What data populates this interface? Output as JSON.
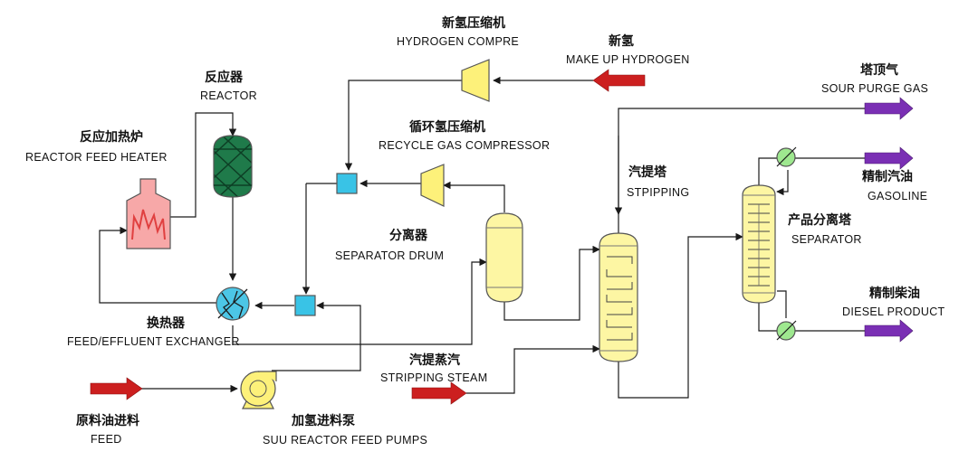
{
  "labels": {
    "reactor_zh": "反应器",
    "reactor_en": "REACTOR",
    "heater_zh": "反应加热炉",
    "heater_en": "REACTOR FEED HEATER",
    "h2comp_zh": "新氢压缩机",
    "h2comp_en": "HYDROGEN COMPRE",
    "makeup_zh": "新氢",
    "makeup_en": "MAKE UP HYDROGEN",
    "recycle_zh": "循环氢压缩机",
    "recycle_en": "RECYCLE GAS COMPRESSOR",
    "separator_drum_zh": "分离器",
    "separator_drum_en": "SEPARATOR DRUM",
    "exchanger_zh": "换热器",
    "exchanger_en": "FEED/EFFLUENT EXCHANGER",
    "feed_zh": "原料油进料",
    "feed_en": "FEED",
    "pump_zh": "加氢进料泵",
    "pump_en": "SUU REACTOR FEED PUMPS",
    "steam_zh": "汽提蒸汽",
    "steam_en": "STRIPPING STEAM",
    "stripper_zh": "汽提塔",
    "stripper_en": "STPIPPING",
    "sour_gas_zh": "塔顶气",
    "sour_gas_en": "SOUR PURGE GAS",
    "gasoline_zh": "精制汽油",
    "gasoline_en": "GASOLINE",
    "product_sep_zh": "产品分离塔",
    "product_sep_en": "SEPARATOR",
    "diesel_zh": "精制柴油",
    "diesel_en": "DIESEL PRODUCT"
  },
  "colors": {
    "feed_arrow": "#cc1f1f",
    "product_arrow": "#7a2fb4",
    "column": "#fdf6a3",
    "reactor": "#1f7a4a",
    "heater": "#f7a8a8",
    "exchanger": "#4cc6e6",
    "mixer": "#39c3e6",
    "cooler": "#9ee88f",
    "pump": "#fdf17a"
  }
}
